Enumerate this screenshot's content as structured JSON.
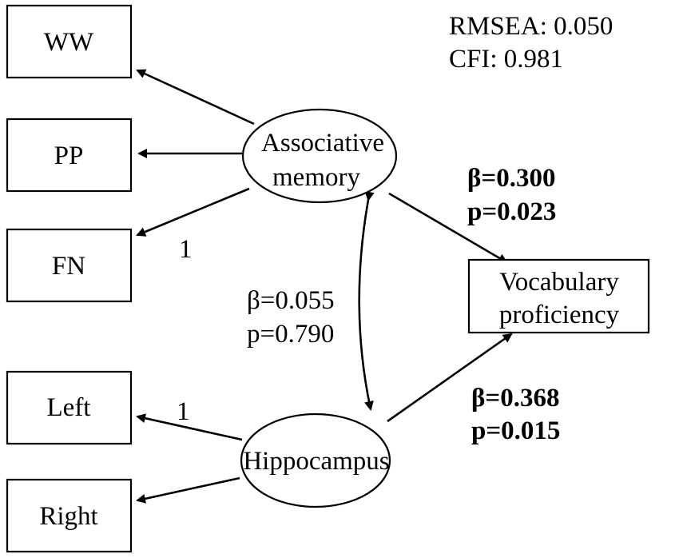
{
  "fit": {
    "rmsea": "RMSEA: 0.050",
    "cfi": "CFI: 0.981"
  },
  "indicators": {
    "ww": "WW",
    "pp": "PP",
    "fn": "FN",
    "left": "Left",
    "right": "Right"
  },
  "latents": {
    "associative_memory": [
      "Associative",
      "memory"
    ],
    "hippocampus": "Hippocampus"
  },
  "outcome": {
    "label": [
      "Vocabulary",
      "proficiency"
    ]
  },
  "loadings": {
    "fn_fixed": "1",
    "left_fixed": "1"
  },
  "paths": {
    "memory_to_vocab": {
      "beta": "β=0.300",
      "p": "p=0.023"
    },
    "hippocampus_to_vocab": {
      "beta": "β=0.368",
      "p": "p=0.015"
    },
    "covariance": {
      "beta": "β=0.055",
      "p": "p=0.790"
    }
  },
  "colors": {
    "stroke": "#000000",
    "background": "#ffffff"
  }
}
